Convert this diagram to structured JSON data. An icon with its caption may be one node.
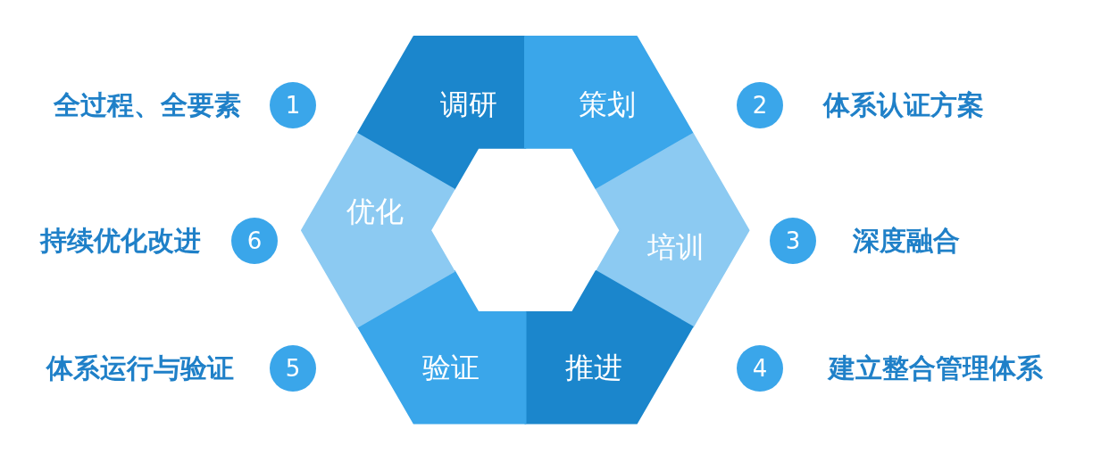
{
  "diagram": {
    "nodes": [
      {
        "text": [
          "调研"
        ]
      },
      {
        "text": [
          "策划"
        ]
      },
      {
        "text": [
          "培训"
        ]
      },
      {
        "text": [
          "推进"
        ]
      },
      {
        "text": [
          "验证"
        ]
      },
      {
        "text": [
          "优化"
        ]
      },
      {
        "text": [
          "1"
        ],
        "beside": [
          "全过程、全要素"
        ]
      },
      {
        "text": [
          "2"
        ],
        "beside": [
          "体系认证方案"
        ]
      },
      {
        "text": [
          "3"
        ],
        "beside": [
          "深度融合"
        ]
      },
      {
        "text": [
          "4"
        ],
        "beside": [
          "建立整合管理体系"
        ]
      },
      {
        "text": [
          "5"
        ],
        "beside": [
          "体系运行与验证"
        ]
      },
      {
        "text": [
          "6"
        ],
        "beside": [
          "持续优化改进"
        ]
      }
    ]
  }
}
